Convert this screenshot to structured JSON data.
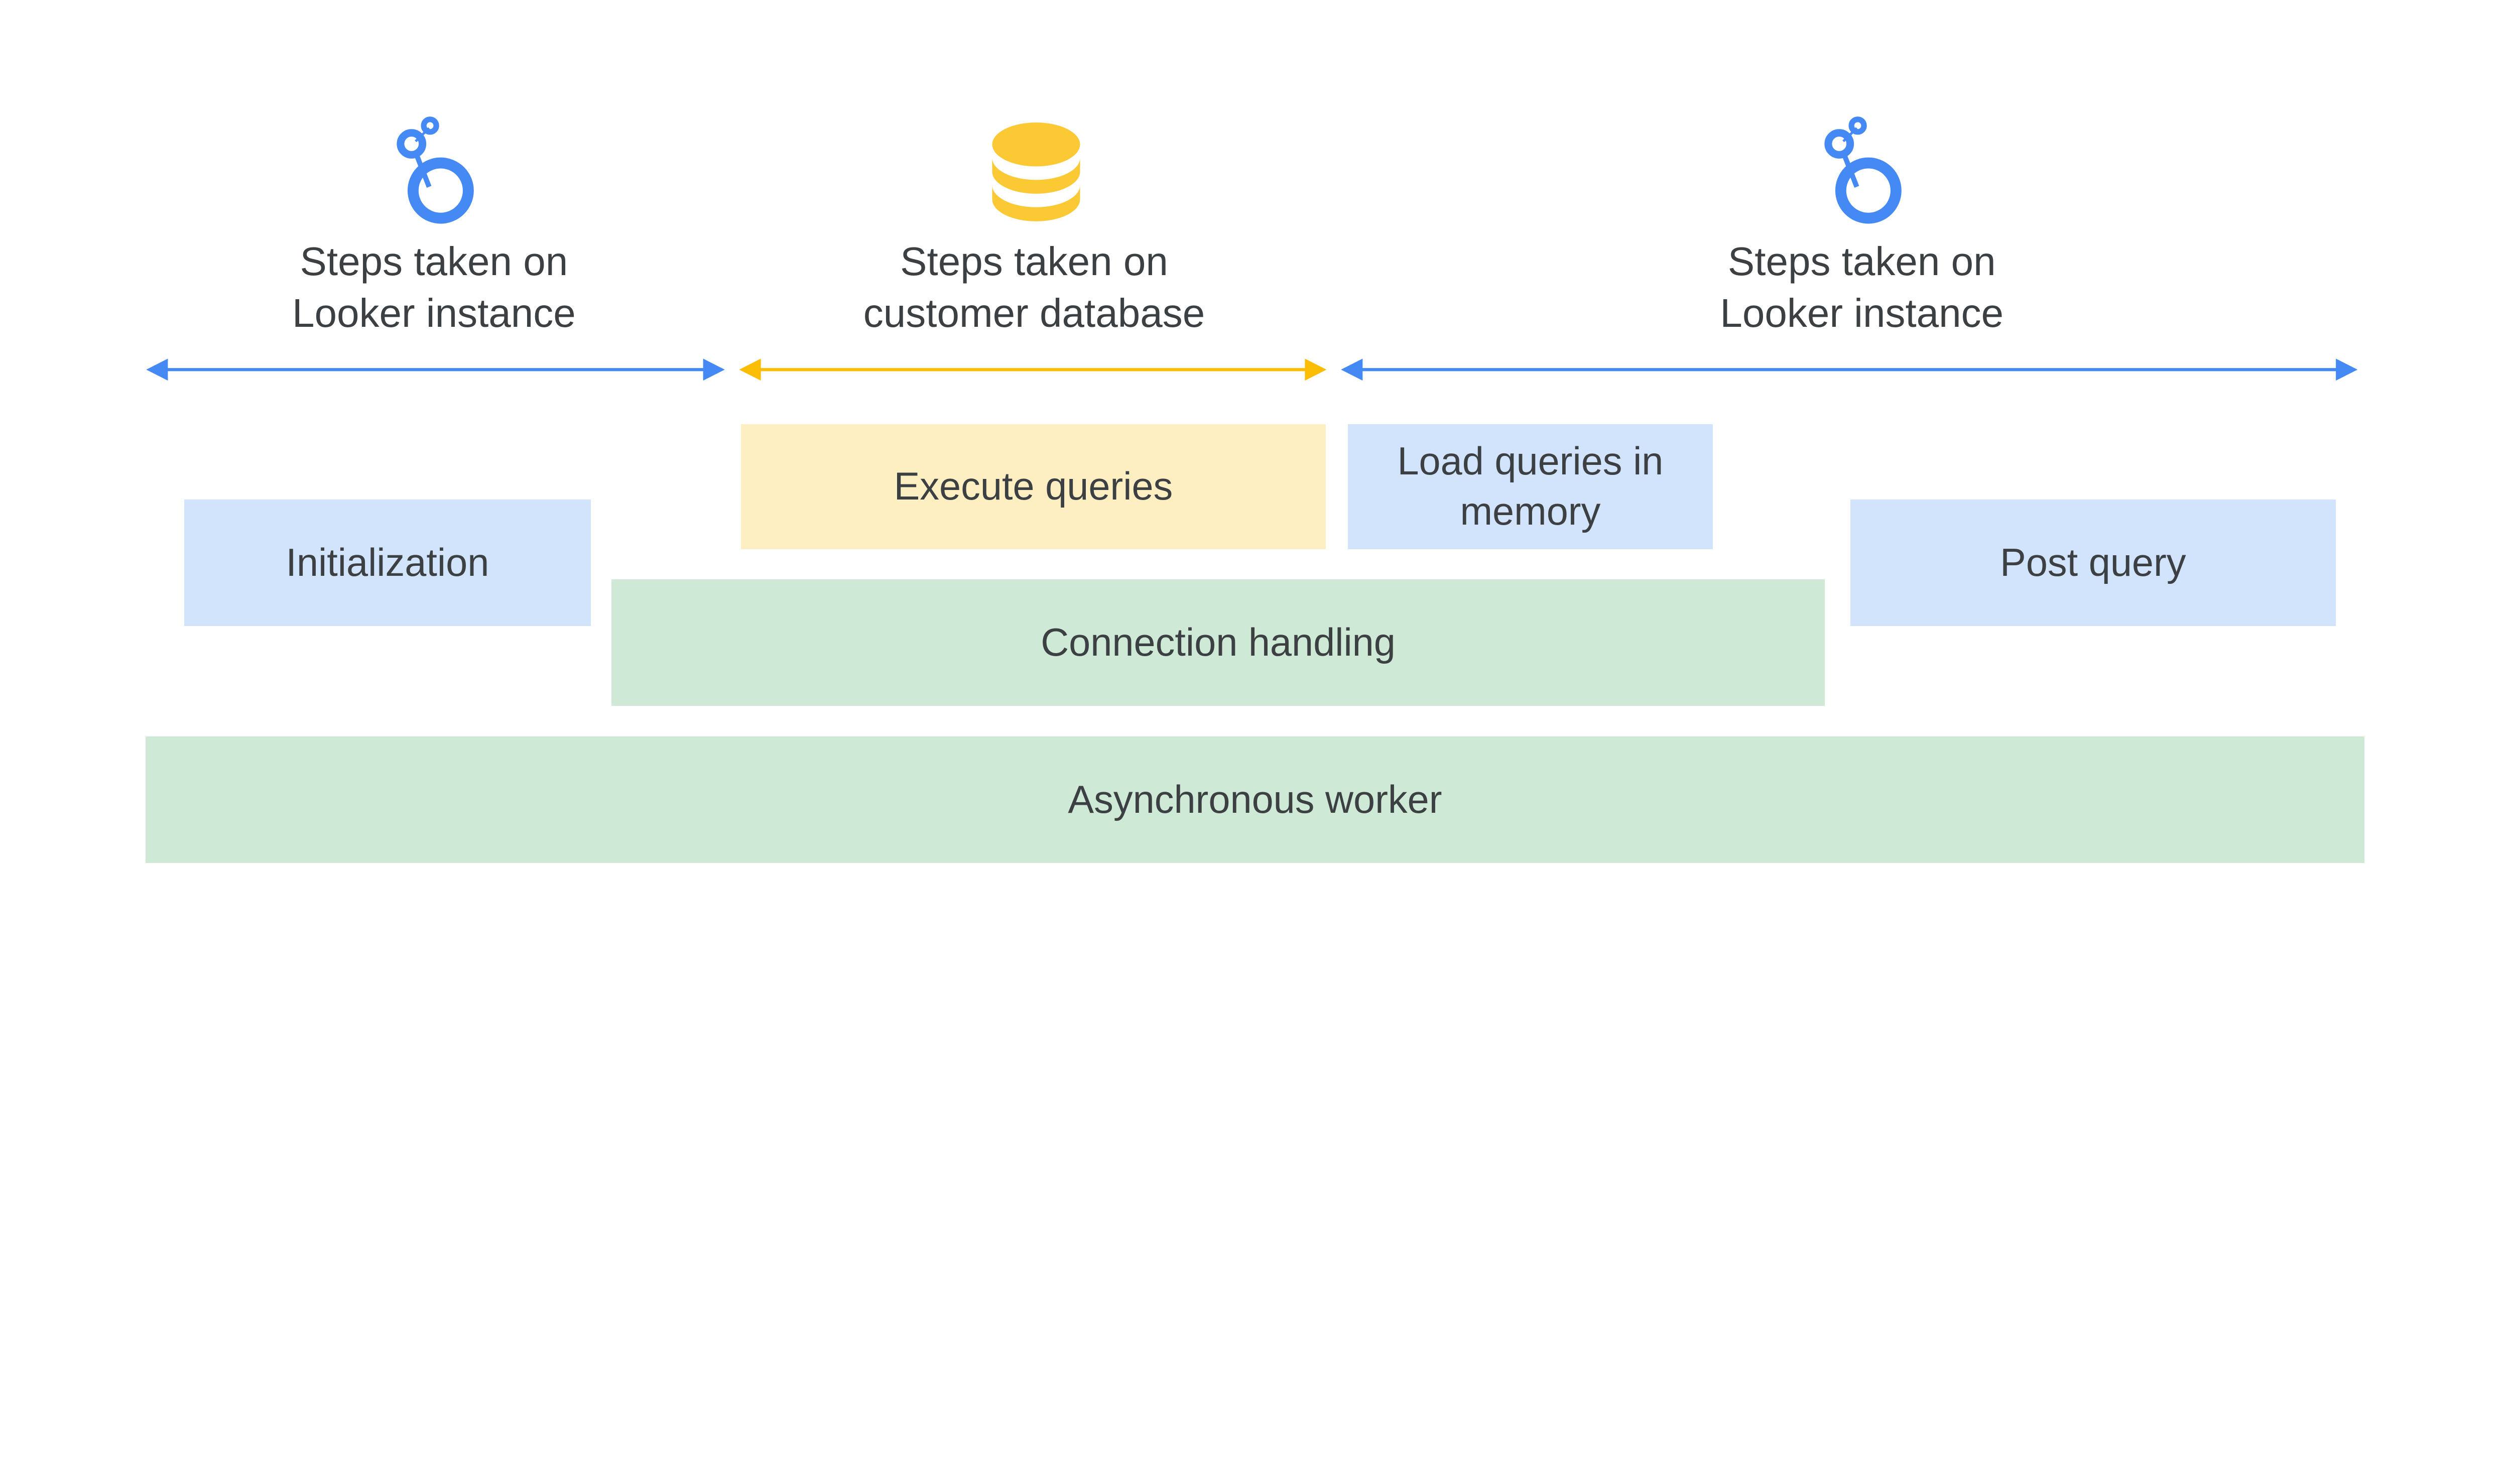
{
  "colors": {
    "looker_blue": "#4589f5",
    "database_yellow": "#fbc934",
    "blue_fill": "#d2e3fc",
    "yellow_fill": "#feefc3",
    "green_fill": "#ceead6",
    "text": "#3c4043"
  },
  "sections": [
    {
      "icon": "looker-logo-icon",
      "line1": "Steps taken on",
      "line2": "Looker instance"
    },
    {
      "icon": "database-icon",
      "line1": "Steps taken on",
      "line2": "customer database"
    },
    {
      "icon": "looker-logo-icon",
      "line1": "Steps taken on",
      "line2": "Looker instance"
    }
  ],
  "boxes": {
    "execute": "Execute queries",
    "load_line1": "Load queries in",
    "load_line2": "memory",
    "init": "Initialization",
    "post": "Post query",
    "connection": "Connection handling",
    "async": "Asynchronous worker"
  }
}
